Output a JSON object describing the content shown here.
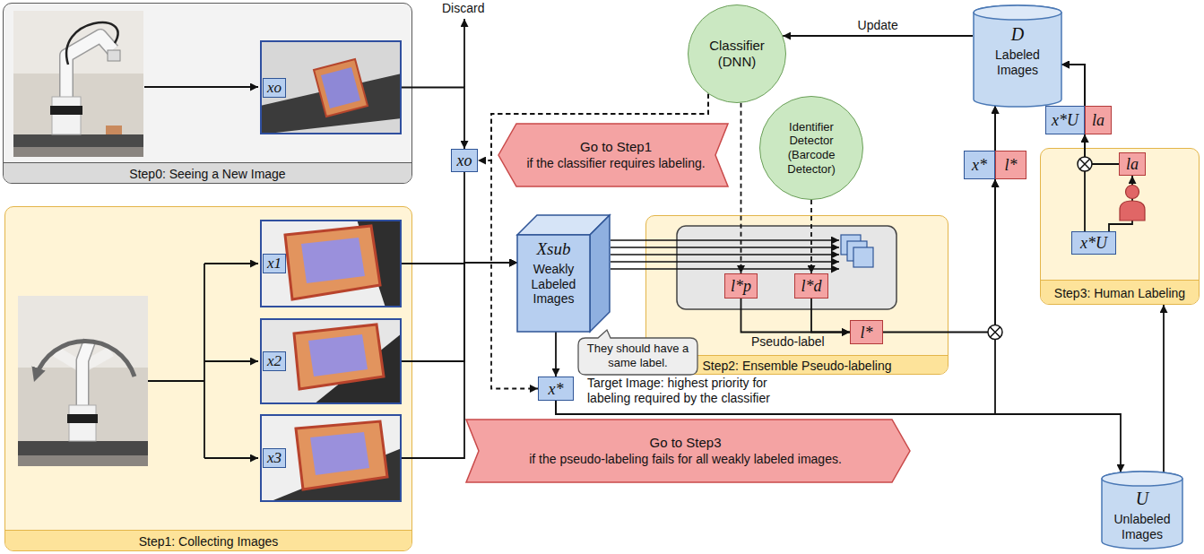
{
  "diagram": {
    "nodes": [
      {
        "text": [
          "Step0: Seeing a New Image"
        ]
      },
      {
        "text": [
          "xo"
        ],
        "in": 0
      },
      {
        "text": [
          "Step1: Collecting Images"
        ]
      },
      {
        "text": [
          "x1"
        ],
        "in": 2
      },
      {
        "text": [
          "x2"
        ],
        "in": 2
      },
      {
        "text": [
          "x3"
        ],
        "in": 2
      },
      {
        "text": [
          "Classifier (DNN)"
        ]
      },
      {
        "text": [
          "D",
          "Labeled Images"
        ]
      },
      {
        "text": [
          "Identifier Detector (Barcode Detector)"
        ]
      },
      {
        "text": [
          "xo"
        ]
      },
      {
        "text": [
          "Go to Step1",
          "if the classifier requires labeling."
        ]
      },
      {
        "text": [
          "x*"
        ]
      },
      {
        "text": [
          "l*"
        ]
      },
      {
        "text": [
          "x*U"
        ]
      },
      {
        "text": [
          "la"
        ]
      },
      {
        "text": [
          "Xsub",
          "Weakly Labeled Images"
        ]
      },
      {
        "text": [
          "Step2: Ensemble Pseudo-labeling"
        ]
      },
      {
        "text": [
          "l*p"
        ],
        "in": 16
      },
      {
        "text": [
          "l*d"
        ],
        "in": 16
      },
      {
        "text": [
          "l*"
        ],
        "in": 16
      },
      {
        "text": [
          "Step3: Human Labeling"
        ]
      },
      {
        "text": [
          "la"
        ],
        "in": 20
      },
      {
        "text": [
          "x*U"
        ],
        "in": 20
      },
      {
        "text": [
          "They should have a same label."
        ]
      },
      {
        "text": [
          "x*"
        ]
      },
      {
        "text": [
          "Go to Step3",
          "if the pseudo-labeling fails for all weakly labeled images."
        ]
      },
      {
        "text": [
          "U",
          "Unlabeled Images"
        ]
      }
    ],
    "edges": [
      {
        "from": 1,
        "to": 9,
        "arrow": "to"
      },
      {
        "from": 9,
        "to": 15,
        "arrow": "to"
      },
      {
        "from": 3,
        "to": 15,
        "arrow": "to"
      },
      {
        "from": 4,
        "to": 15,
        "arrow": "to"
      },
      {
        "from": 5,
        "to": 15,
        "arrow": "to"
      },
      {
        "from": 7,
        "to": 6,
        "label": "Update",
        "arrow": "to"
      },
      {
        "from": 6,
        "to": 9,
        "arrow": "to"
      },
      {
        "from": 6,
        "to": 24,
        "arrow": "to"
      },
      {
        "from": 6,
        "to": 17,
        "arrow": "to"
      },
      {
        "from": 8,
        "to": 18,
        "arrow": "to"
      },
      {
        "from": 15,
        "to": 24,
        "arrow": "to"
      },
      {
        "from": 17,
        "to": 19,
        "arrow": "to"
      },
      {
        "from": 18,
        "to": 19,
        "arrow": "to"
      },
      {
        "from": 24,
        "to": 11,
        "arrow": "to"
      },
      {
        "from": 19,
        "to": 12,
        "arrow": "to"
      },
      {
        "from": 11,
        "to": 7,
        "arrow": "to"
      },
      {
        "from": 12,
        "to": 7,
        "arrow": "to"
      },
      {
        "from": 24,
        "to": 26,
        "arrow": "to"
      },
      {
        "from": 26,
        "to": 20,
        "arrow": "to"
      },
      {
        "from": 22,
        "to": 21,
        "arrow": "to"
      },
      {
        "from": 22,
        "to": 13,
        "arrow": "to"
      },
      {
        "from": 21,
        "to": 14,
        "arrow": "to"
      },
      {
        "from": 13,
        "to": 7,
        "arrow": "to"
      },
      {
        "from": 14,
        "to": 7,
        "arrow": "to"
      }
    ],
    "labels": [
      "Discard",
      "Target Image: highest priority for labeling required by the classifier",
      "Pseudo-label"
    ]
  }
}
